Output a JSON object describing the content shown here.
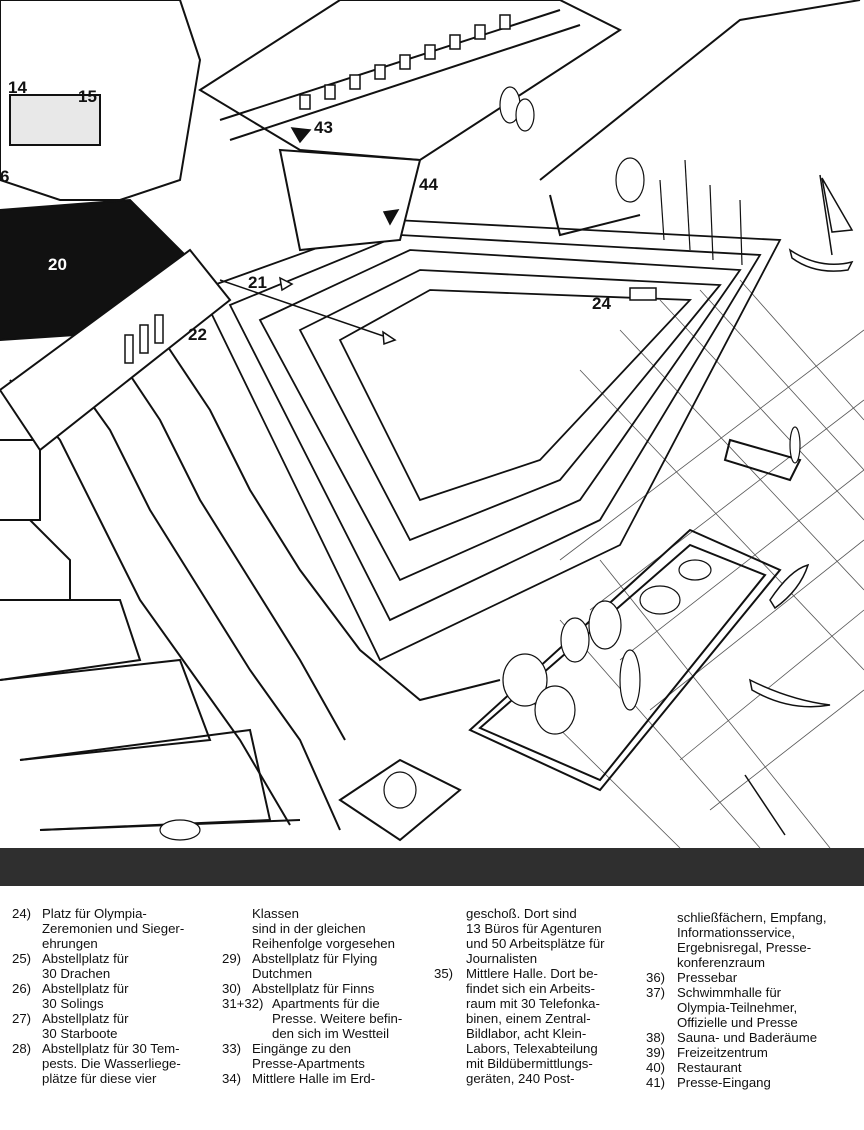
{
  "callouts": [
    "14",
    "15",
    "6",
    "20",
    "21",
    "22",
    "24",
    "43",
    "44"
  ],
  "legend": {
    "col1": [
      {
        "n": "24)",
        "text": "Platz für Olympia-\nZeremonien und Sieger-\nehrungen"
      },
      {
        "n": "25)",
        "text": "Abstellplatz für\n30 Drachen"
      },
      {
        "n": "26)",
        "text": "Abstellplatz für\n30 Solings"
      },
      {
        "n": "27)",
        "text": "Abstellplatz für\n30 Starboote"
      },
      {
        "n": "28)",
        "text": "Abstellplatz für 30 Tem-\npests. Die Wasserliege-\nplätze für diese vier"
      }
    ],
    "col2_lead": "Klassen\nsind in der gleichen\nReihenfolge vorgesehen",
    "col2": [
      {
        "n": "29)",
        "text": "Abstellplatz für Flying\nDutchmen"
      },
      {
        "n": "30)",
        "text": "Abstellplatz für Finns"
      },
      {
        "n": "31+32)",
        "text": "Apartments für die\nPresse. Weitere befin-\nden sich im Westteil"
      },
      {
        "n": "33)",
        "text": "Eingänge zu den\nPresse-Apartments"
      },
      {
        "n": "34)",
        "text": "Mittlere Halle im Erd-"
      }
    ],
    "col3_lead": "geschoß. Dort sind\n13 Büros für Agenturen\nund 50 Arbeitsplätze für\nJournalisten",
    "col3": [
      {
        "n": "35)",
        "text": "Mittlere Halle. Dort be-\nfindet sich ein Arbeits-\nraum mit 30 Telefonka-\nbinen, einem Zentral-\nBildlabor, acht Klein-\nLabors, Telexabteilung\nmit Bildübermittlungs-\ngeräten, 240 Post-"
      }
    ],
    "col4_lead": "schließfächern, Empfang,\nInformationsservice,\nErgebnisregal, Presse-\nkonferenzraum",
    "col4": [
      {
        "n": "36)",
        "text": "Pressebar"
      },
      {
        "n": "37)",
        "text": "Schwimmhalle für\nOlympia-Teilnehmer,\nOffizielle und Presse"
      },
      {
        "n": "38)",
        "text": "Sauna- und Baderäume"
      },
      {
        "n": "39)",
        "text": "Freizeitzentrum"
      },
      {
        "n": "40)",
        "text": "Restaurant"
      },
      {
        "n": "41)",
        "text": "Presse-Eingang"
      }
    ]
  }
}
